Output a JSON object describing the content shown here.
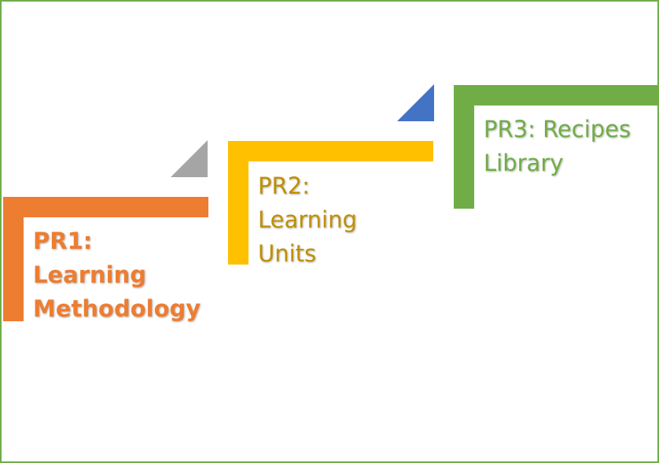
{
  "steps": [
    {
      "id": "pr1",
      "lines": [
        "PR1:",
        "Learning",
        "Methodology"
      ],
      "color": "#ed7d31",
      "text_color": "#ed7d31",
      "accent": "#a5a5a5"
    },
    {
      "id": "pr2",
      "lines": [
        "PR2:",
        "Learning",
        "Units"
      ],
      "color": "#ffc000",
      "text_color": "#bf9000",
      "accent": "#4472c4"
    },
    {
      "id": "pr3",
      "lines": [
        "PR3: Recipes",
        "Library"
      ],
      "color": "#70ad47",
      "text_color": "#70ad47"
    }
  ],
  "frame_color": "#70ad47"
}
